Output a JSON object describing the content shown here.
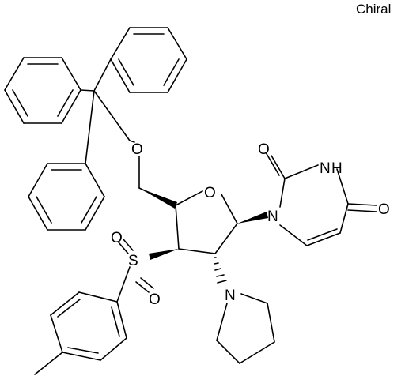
{
  "chiral_label": "Chiral",
  "atoms": {
    "O_trityl": "O",
    "O_ring": "O",
    "O_c2": "O",
    "N3H": "N",
    "H_n3": "H",
    "O_c4": "O",
    "N1": "N",
    "S": "S",
    "O_s1": "O",
    "O_s2": "O",
    "N_pyrrolidine": "N"
  }
}
